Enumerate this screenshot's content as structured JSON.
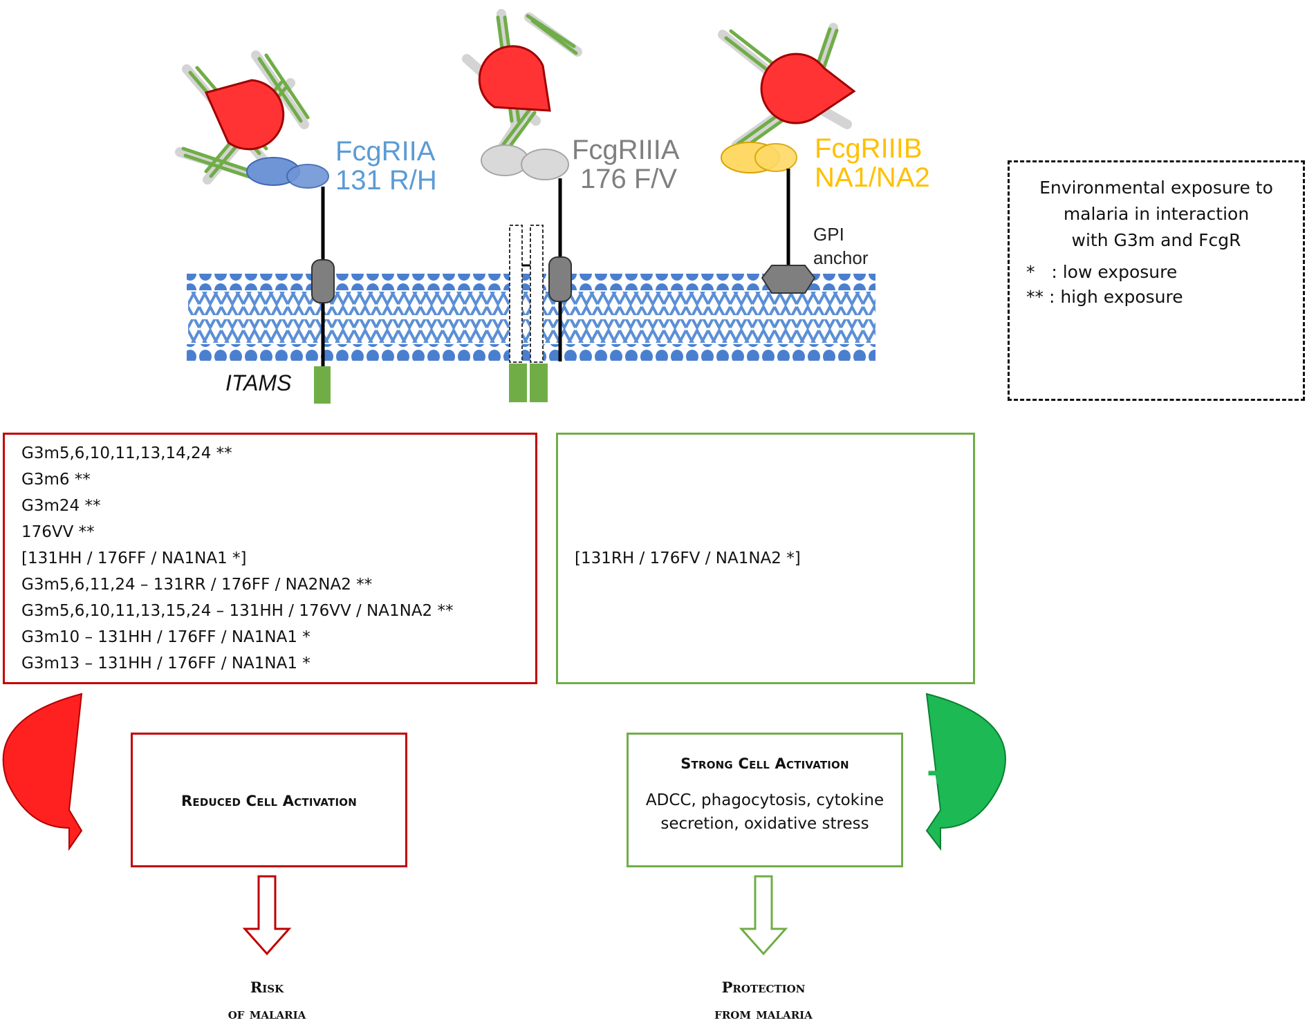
{
  "receptors": [
    {
      "name": "FcgRIIA",
      "variant": "131 R/H",
      "color": "#5b9bd5"
    },
    {
      "name": "FcgRIIIA",
      "variant": "176 F/V",
      "color": "#7f7f7f"
    },
    {
      "name": "FcgRIIIB",
      "variant": "NA1/NA2",
      "color": "#ffc000"
    }
  ],
  "gpi_label": [
    "GPI",
    "anchor"
  ],
  "itams_label": "ITAMS",
  "environment": {
    "title": [
      "Environmental exposure to",
      "malaria in interaction",
      "with G3m and FcgR"
    ],
    "legend": [
      "*   : low exposure",
      "** : high exposure"
    ],
    "icon": "mosquito-icon"
  },
  "risk_associations": [
    "G3m5,6,10,11,13,14,24 **",
    "G3m6 **",
    "G3m24 **",
    "176VV  **",
    "[131HH / 176FF / NA1NA1 *]",
    "G3m5,6,11,24 – 131RR / 176FF / NA2NA2 **",
    "G3m5,6,10,11,13,15,24 – 131HH / 176VV / NA1NA2 **",
    "G3m10 – 131HH / 176FF / NA1NA1 *",
    "G3m13 – 131HH / 176FF / NA1NA1 *"
  ],
  "protection_associations": [
    "[131RH / 176FV / NA1NA2 *]"
  ],
  "reduced": {
    "sign": "-",
    "title": "Reduced Cell Activation"
  },
  "strong": {
    "sign": "+",
    "title": "Strong Cell Activation",
    "description": [
      "ADCC, phagocytosis, cytokine",
      "secretion, oxidative stress"
    ]
  },
  "outcomes": {
    "risk": [
      "Risk",
      "of malaria"
    ],
    "protection": [
      "Protection",
      "from malaria"
    ]
  },
  "colors": {
    "red": "#c00000",
    "green": "#70ad47",
    "membrane": "#4472c4",
    "parasite": "#ff3333",
    "itam": "#70ad47"
  }
}
